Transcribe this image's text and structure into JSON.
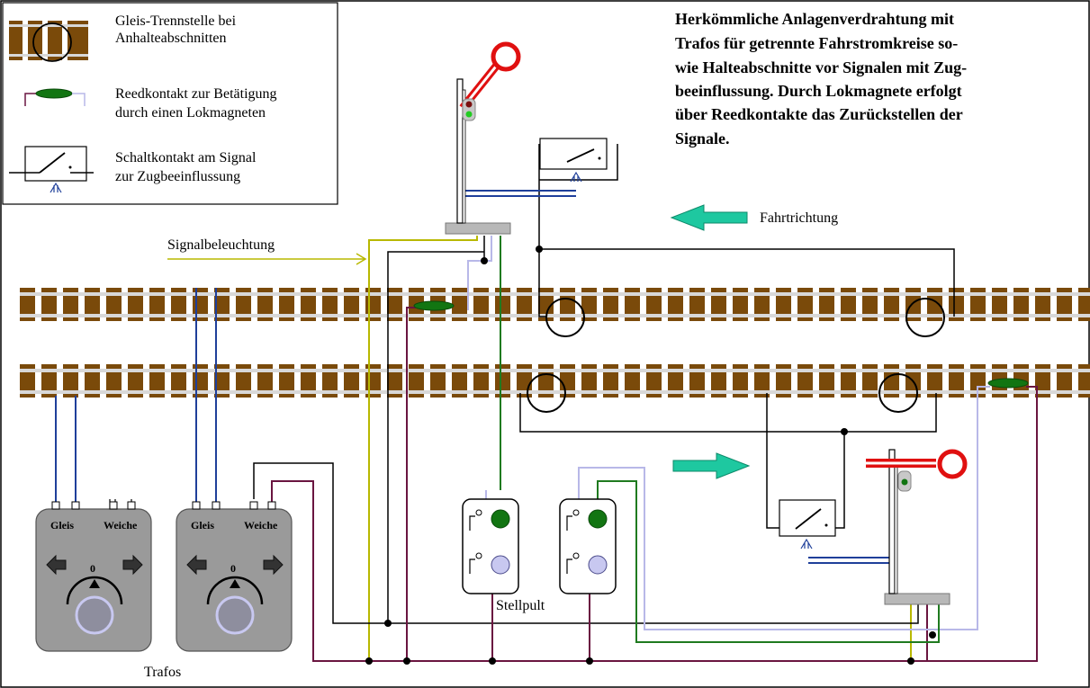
{
  "legend": {
    "trennstelle_line1": "Gleis-Trennstelle bei",
    "trennstelle_line2": "Anhalteabschnitten",
    "reed_line1": "Reedkontakt zur Betätigung",
    "reed_line2": "durch einen Lokmagneten",
    "schalt_line1": "Schaltkontakt am Signal",
    "schalt_line2": "zur Zugbeeinflussung"
  },
  "title": {
    "line1": "Herkömmliche Anlagenverdrahtung  mit",
    "line2": "Trafos für getrennte Fahrstromkreise so-",
    "line3": "wie Halteabschnitte vor Signalen mit Zug-",
    "line4": "beeinflussung. Durch Lokmagnete erfolgt",
    "line5": "über Reedkontakte das Zurückstellen der",
    "line6": "Signale."
  },
  "labels": {
    "fahrtrichtung": "Fahrtrichtung",
    "signalbeleuchtung": "Signalbeleuchtung",
    "stellpult": "Stellpult",
    "trafos": "Trafos"
  },
  "trafo_labels": {
    "gleis": "Gleis",
    "weiche": "Weiche",
    "zero": "0"
  },
  "colors": {
    "sleeper": "#7a4a0a",
    "rail": "#d8d8d8",
    "wire_blue": "#1f3f9a",
    "wire_green": "#1f7a1f",
    "wire_yellow": "#b8b800",
    "wire_purple": "#6a1540",
    "wire_lavender": "#b8b8e8",
    "arrow_teal": "#1ec8a0",
    "signal_red": "#e01010",
    "trafo_body": "#9a9a9a",
    "lamp_green": "#127512",
    "lamp_lavender": "#c8c8f0"
  }
}
